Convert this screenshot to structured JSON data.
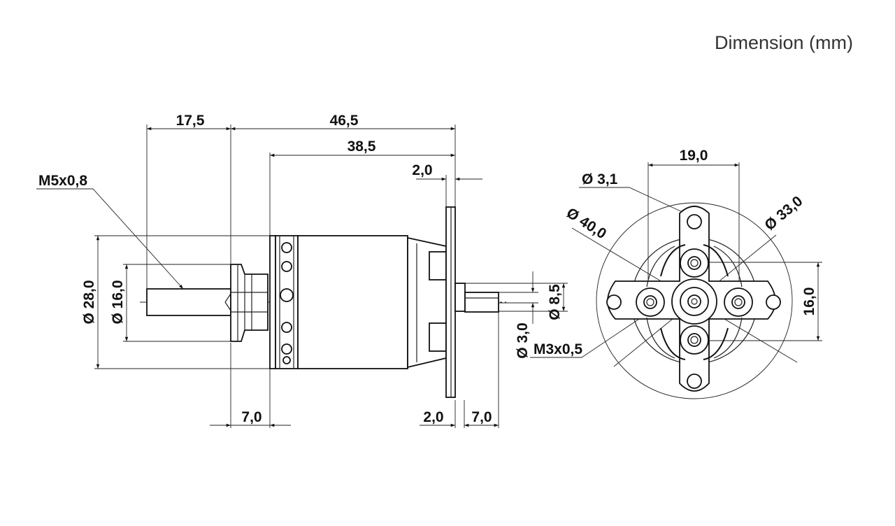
{
  "title": "Dimension (mm)",
  "labels": {
    "len_17_5": "17,5",
    "len_46_5": "46,5",
    "len_38_5": "38,5",
    "len_2_0_top": "2,0",
    "thread_m5": "M5x0,8",
    "dia_28": "Ø 28,0",
    "dia_16_side": "Ø 16,0",
    "dia_8_5": "Ø 8,5",
    "dia_3_0": "Ø 3,0",
    "thread_m3": "M3x0,5",
    "len_7_0_left": "7,0",
    "len_2_0_bottom": "2,0",
    "len_7_0_right": "7,0",
    "width_19": "19,0",
    "hole_3_1": "Ø 3,1",
    "dia_40": "Ø 40,0",
    "dia_33": "Ø 33,0",
    "height_16": "16,0"
  }
}
